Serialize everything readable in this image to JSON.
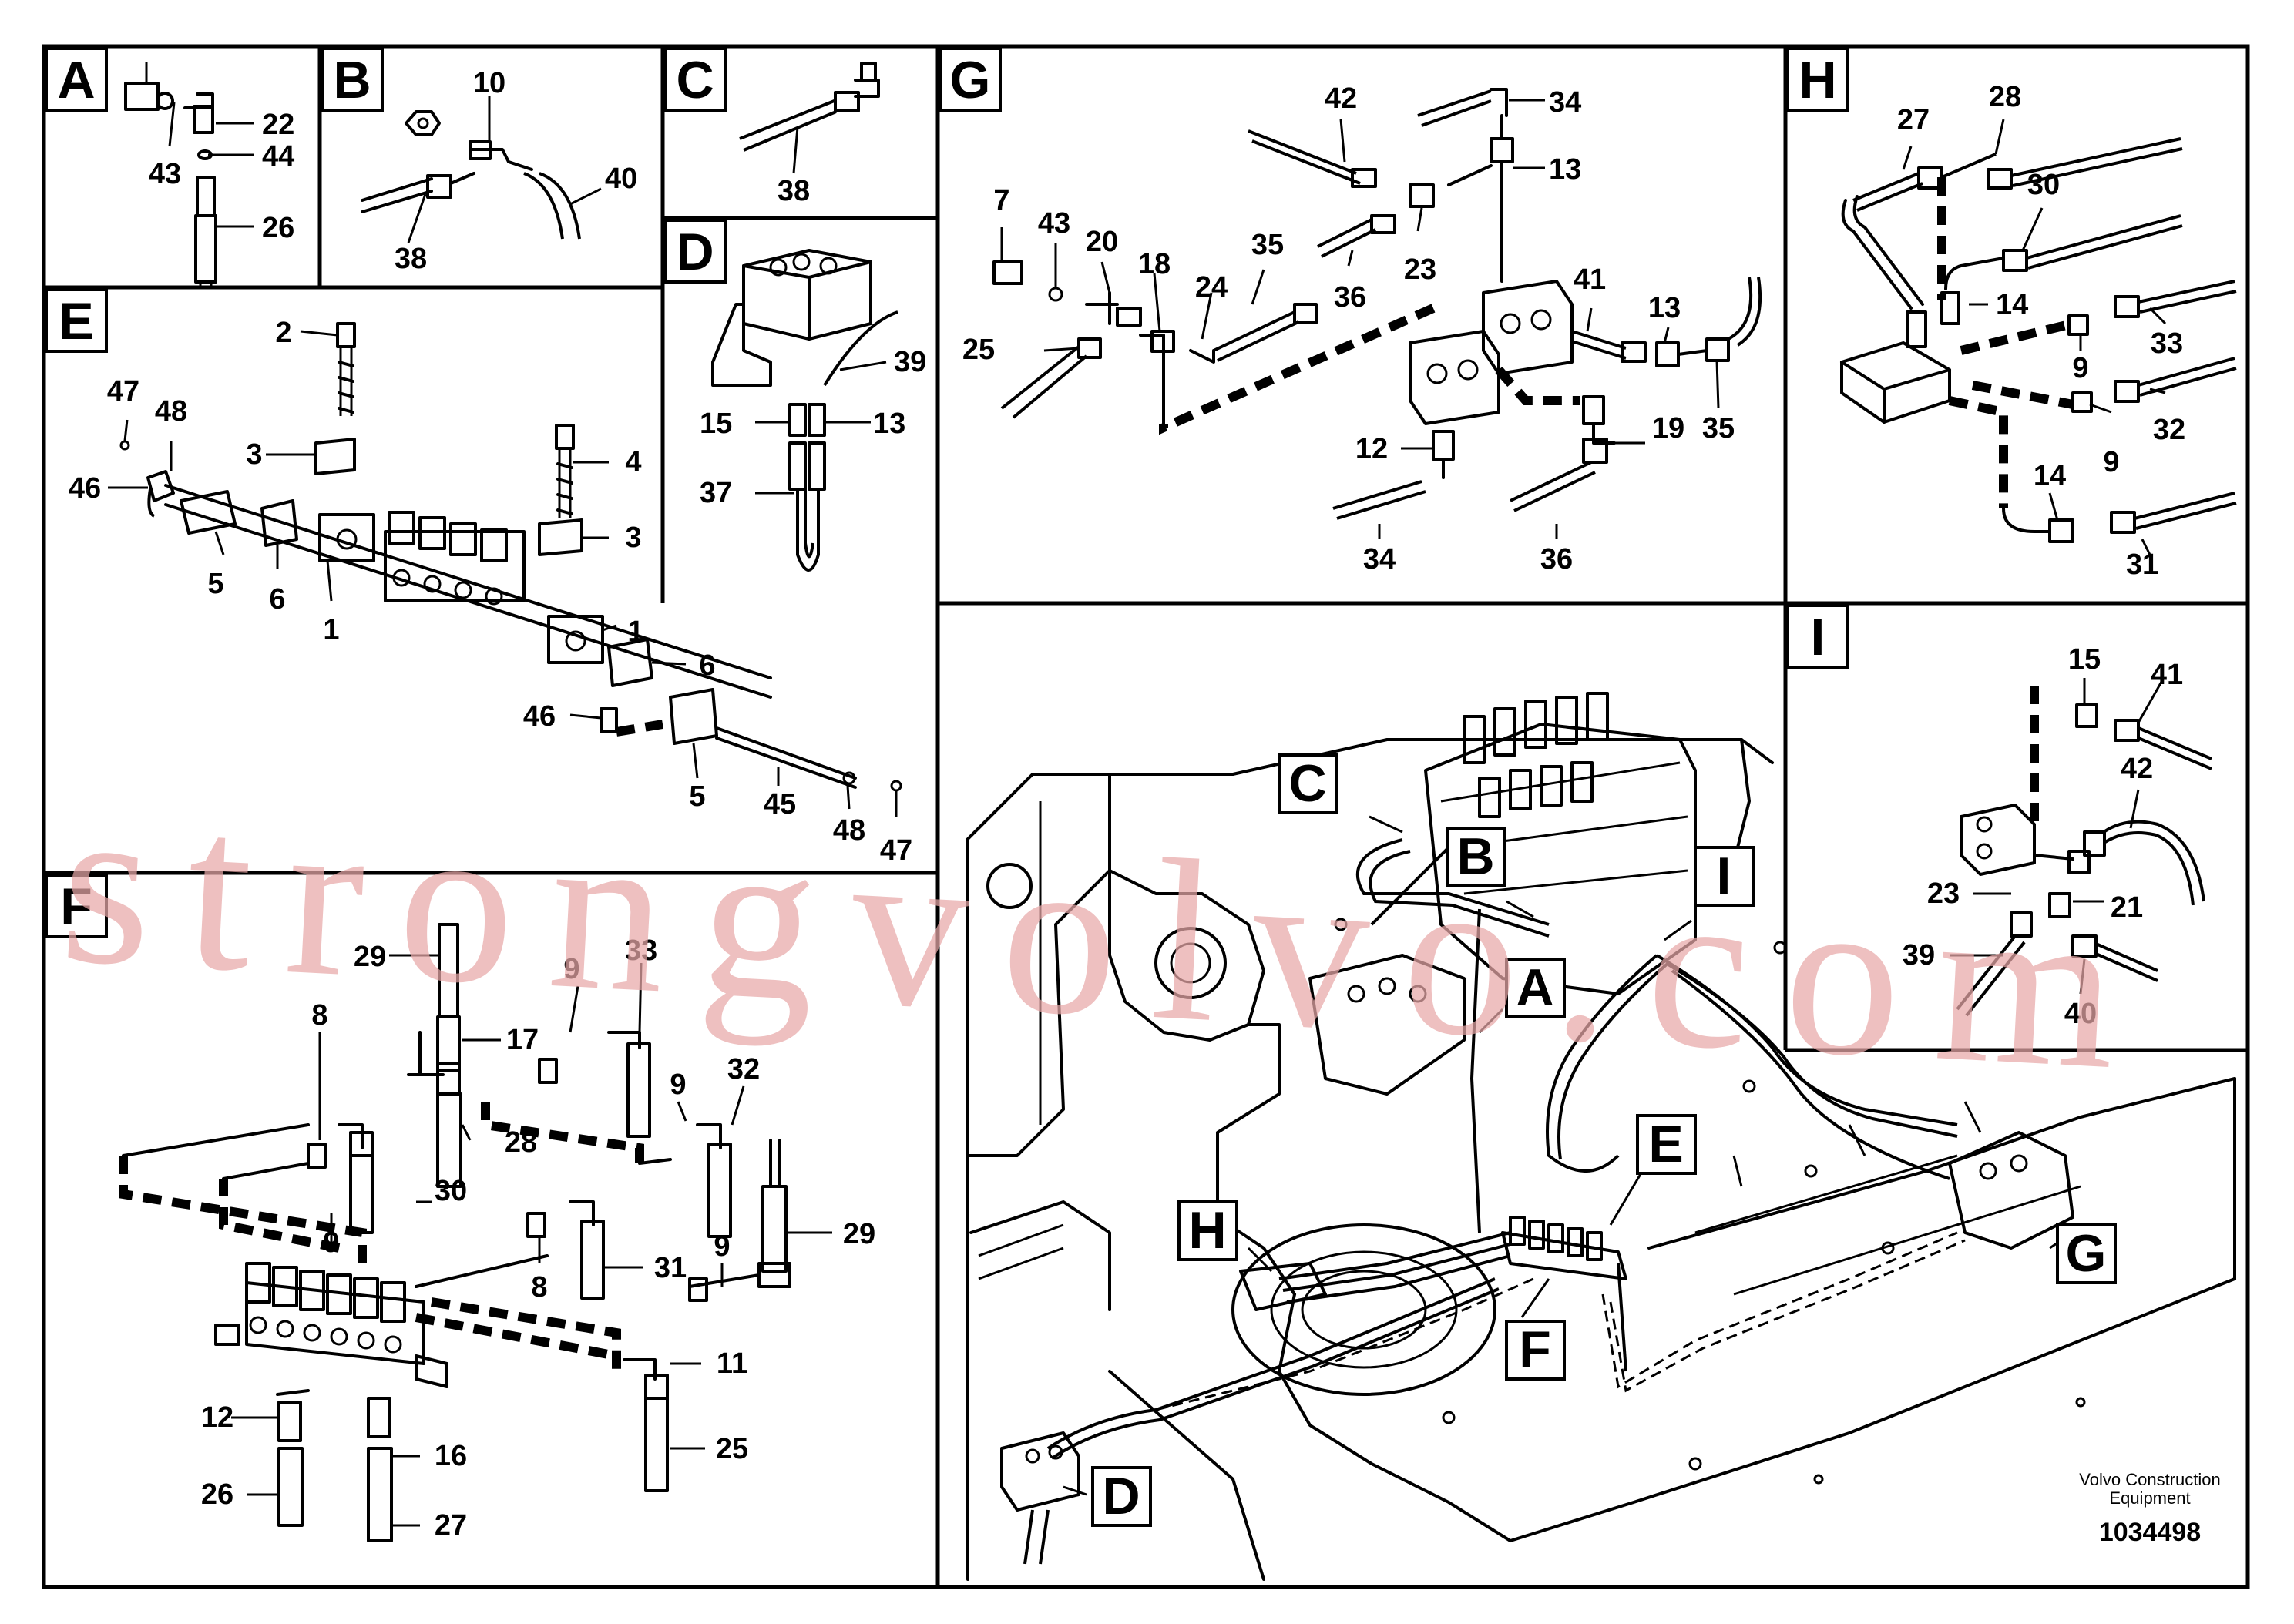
{
  "panels": [
    {
      "id": "A",
      "labels": [
        "22",
        "44",
        "43",
        "26"
      ]
    },
    {
      "id": "B",
      "labels": [
        "10",
        "40",
        "38"
      ]
    },
    {
      "id": "C",
      "labels": [
        "38"
      ]
    },
    {
      "id": "D",
      "labels": [
        "39",
        "15",
        "13",
        "37"
      ]
    },
    {
      "id": "E",
      "labels": [
        "2",
        "3",
        "4",
        "3",
        "47",
        "48",
        "46",
        "5",
        "6",
        "1",
        "1",
        "6",
        "46",
        "5",
        "45",
        "48",
        "47"
      ]
    },
    {
      "id": "F",
      "labels": [
        "29",
        "33",
        "8",
        "17",
        "9",
        "32",
        "28",
        "9",
        "30",
        "9",
        "31",
        "29",
        "9",
        "8",
        "11",
        "12",
        "16",
        "25",
        "26",
        "27"
      ]
    },
    {
      "id": "G",
      "labels": [
        "42",
        "34",
        "13",
        "7",
        "43",
        "20",
        "18",
        "35",
        "24",
        "36",
        "23",
        "41",
        "13",
        "25",
        "12",
        "19",
        "35",
        "34",
        "36"
      ]
    },
    {
      "id": "H",
      "labels": [
        "27",
        "28",
        "30",
        "14",
        "33",
        "9",
        "9",
        "32",
        "14",
        "31"
      ]
    },
    {
      "id": "I",
      "labels": [
        "15",
        "41",
        "42",
        "23",
        "21",
        "39",
        "40"
      ]
    }
  ],
  "overview": {
    "callouts": [
      "C",
      "B",
      "I",
      "A",
      "E",
      "H",
      "F",
      "G",
      "D"
    ]
  },
  "watermark": "strongvolvo.com",
  "footer": {
    "maker": "Volvo Construction Equipment",
    "figure_number": "1034498"
  },
  "colors": {
    "line": "#000000",
    "background": "#ffffff",
    "watermark": "#e8a7a7"
  }
}
